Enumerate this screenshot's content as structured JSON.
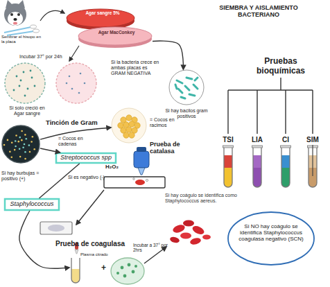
{
  "diagram": {
    "title": "SIEMBRA Y AISLAMIENTO BACTERIANO",
    "nodes": [
      {
        "text": [
          "Agar sangre 5%"
        ]
      },
      {
        "text": [
          "Agar MacConkey"
        ]
      },
      {
        "text": [
          "Si hay bacilos gram positivos"
        ]
      },
      {
        "text": [
          "TSI"
        ]
      },
      {
        "text": [
          "LIA"
        ]
      },
      {
        "text": [
          "CI"
        ]
      },
      {
        "text": [
          "SIM"
        ]
      },
      {
        "text": [
          "Tinción de Gram",
          "= Cocos en cadenas"
        ]
      },
      {
        "text": [
          "Streptococcus spp"
        ]
      },
      {
        "text": [
          "= Cocos en racimos",
          "Prueba de catalasa"
        ]
      },
      {
        "text": [
          "Staphylococcus"
        ]
      },
      {
        "text": [
          "Plasma citrado"
        ]
      },
      {
        "text": [
          "Si NO hay coágulo se identifica Staphylococcus coagulasa negativo (SCN)"
        ]
      }
    ],
    "edges": [
      {
        "from": 1,
        "to": 2,
        "arrow": "to",
        "label": "Si la bacteria crece en ambas placas es GRAM NEGATIVA"
      },
      {
        "from": 7,
        "to": 8,
        "arrow": "to"
      },
      {
        "from": 7,
        "to": 9,
        "arrow": "to"
      },
      {
        "from": 8,
        "to": 10,
        "arrow": "none"
      },
      {
        "from": 10,
        "to": 11,
        "arrow": "to"
      }
    ],
    "labels": [
      "Sembrar el hisopo en la placa",
      "Incubar 37° por 24h",
      "Si solo creció en Agar sangre",
      "Pruebas bioquímicas",
      "H₂O₂",
      "Si hay burbujas = positivo (+)",
      "Si es negativo (-)",
      "Prueba de coagulasa",
      "+",
      "Incubar a 37° por 2hrs",
      "Si hay coágulo se identifica como Staphylococcus aereus."
    ]
  }
}
